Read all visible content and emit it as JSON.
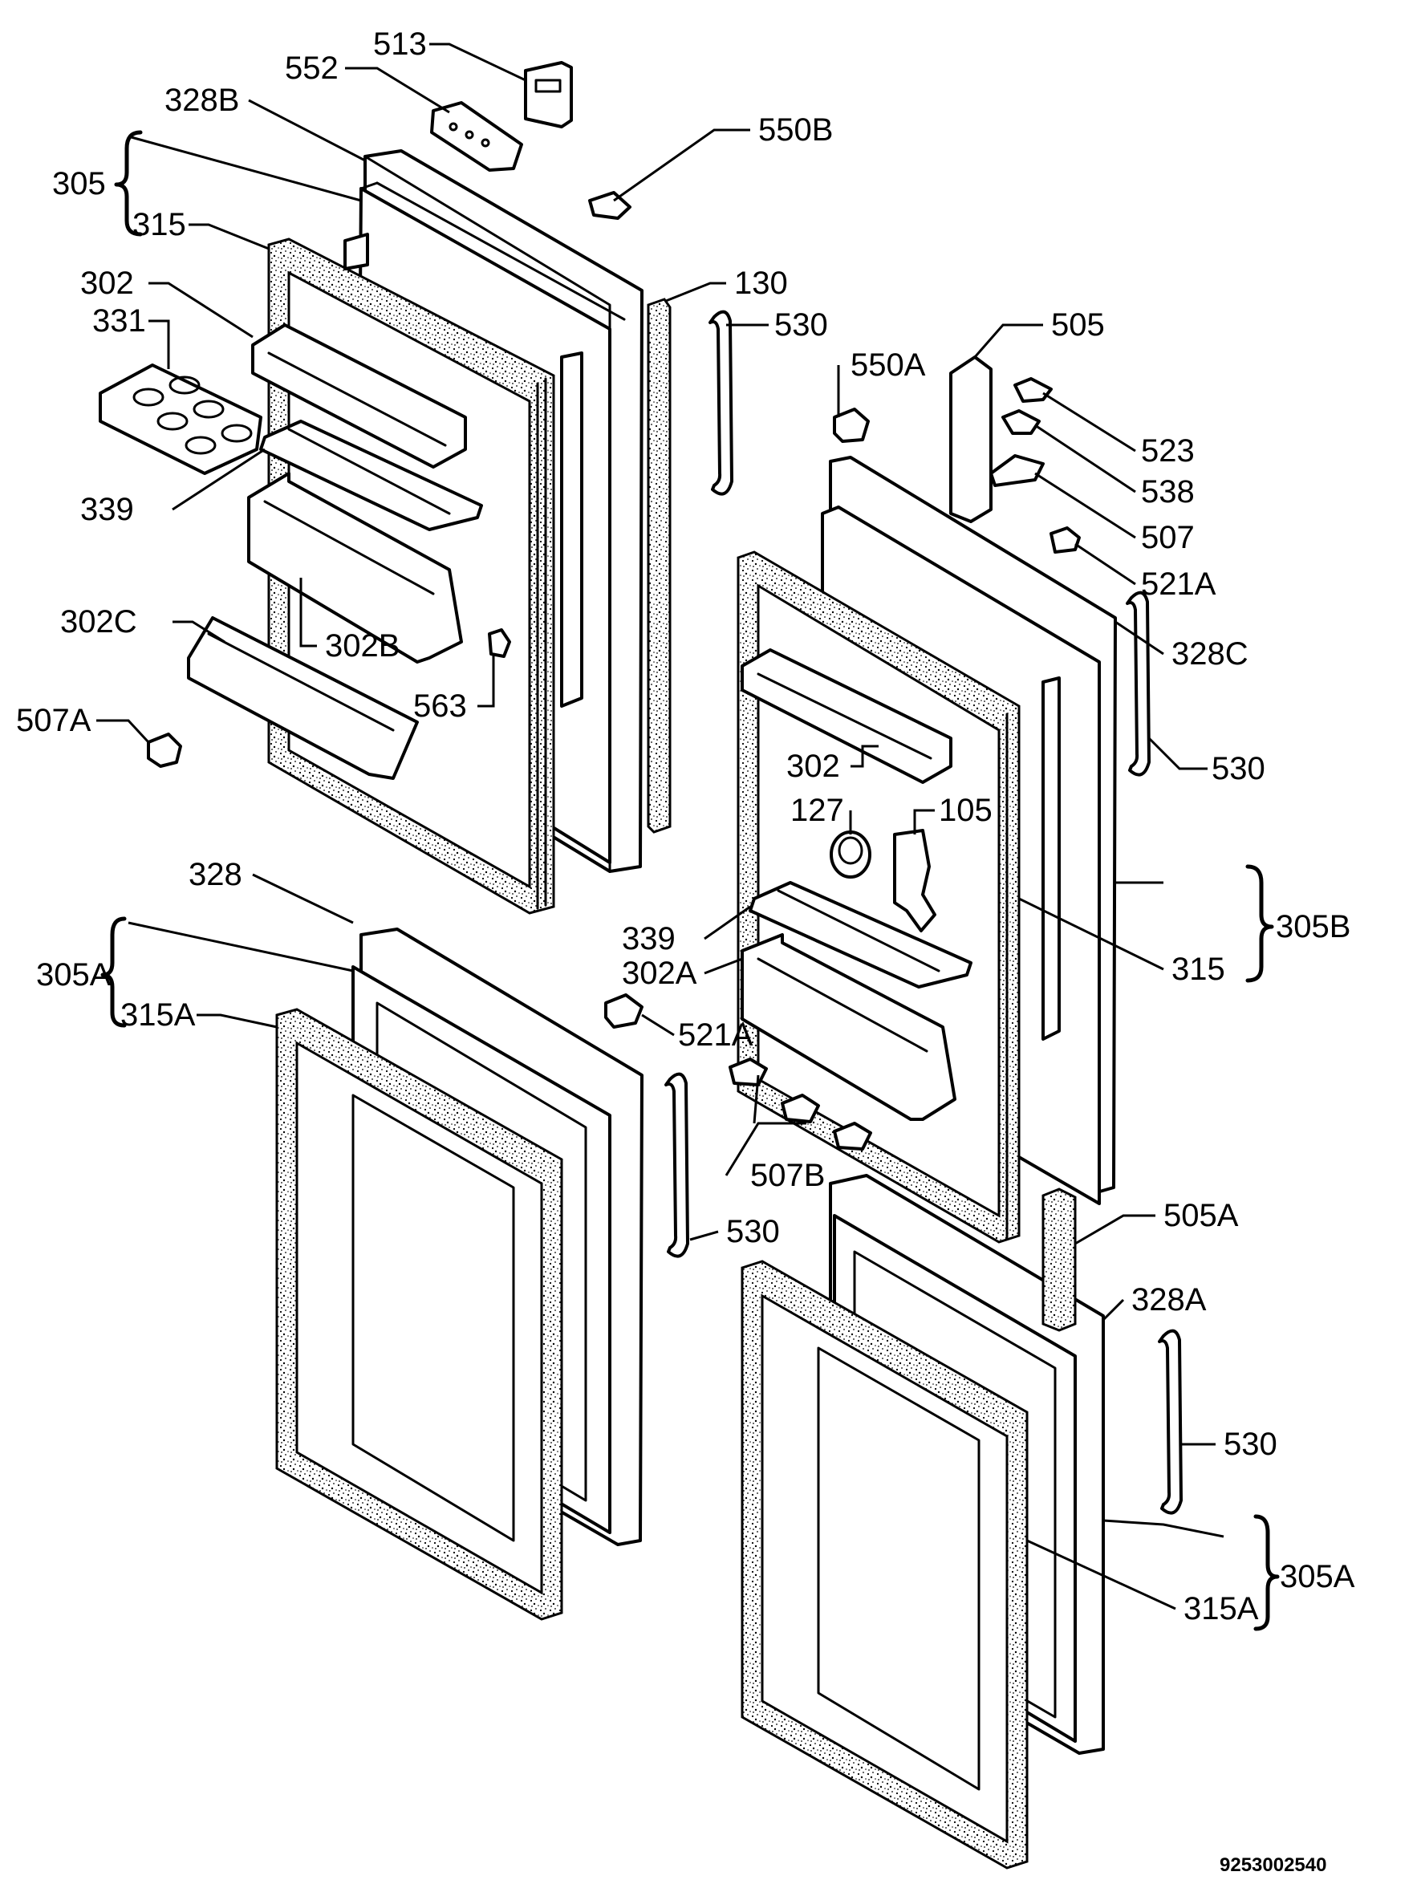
{
  "document_number": "9253002540",
  "labels": {
    "l513": "513",
    "l552": "552",
    "l328B": "328B",
    "l550B": "550B",
    "l305_top": "305",
    "l315_top": "315",
    "l302_left": "302",
    "l331": "331",
    "l130": "130",
    "l530_a": "530",
    "l505": "505",
    "l550A": "550A",
    "l523": "523",
    "l538": "538",
    "l339_left": "339",
    "l507": "507",
    "l521A_top": "521A",
    "l302C": "302C",
    "l302B": "302B",
    "l328C": "328C",
    "l563": "563",
    "l507A": "507A",
    "l530_b": "530",
    "l302_right": "302",
    "l127": "127",
    "l105": "105",
    "l328": "328",
    "l305B": "305B",
    "l339_right": "339",
    "l305A_left": "305A",
    "l302A": "302A",
    "l315_right": "315",
    "l315A_left": "315A",
    "l521A_mid": "521A",
    "l507B": "507B",
    "l505A": "505A",
    "l530_c": "530",
    "l328A": "328A",
    "l530_d": "530",
    "l305A_right": "305A",
    "l315A_right": "315A"
  }
}
